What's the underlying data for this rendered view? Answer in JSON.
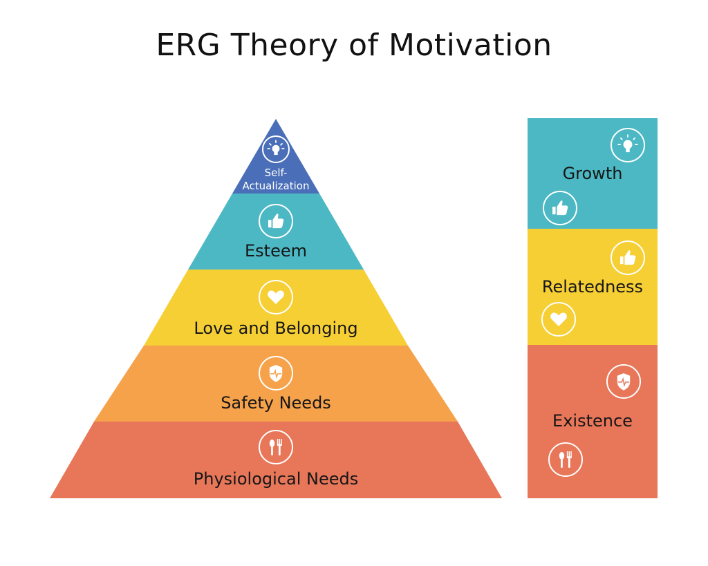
{
  "title": "ERG Theory of Motivation",
  "colors": {
    "self_actualization": "#4a6fb8",
    "esteem": "#4cb8c4",
    "love": "#f6cf35",
    "safety": "#f5a24b",
    "physiological": "#e8775a",
    "growth": "#4cb8c4",
    "relatedness": "#f6cf35",
    "existence": "#e8775a"
  },
  "pyramid": {
    "levels": [
      {
        "label_line1": "Self-",
        "label_line2": "Actualization",
        "icon": "lightbulb-icon"
      },
      {
        "label": "Esteem",
        "icon": "thumbs-up-icon"
      },
      {
        "label": "Love and Belonging",
        "icon": "heart-icon"
      },
      {
        "label": "Safety Needs",
        "icon": "shield-icon"
      },
      {
        "label": "Physiological Needs",
        "icon": "spoon-fork-icon"
      }
    ]
  },
  "erg": {
    "blocks": [
      {
        "label": "Growth",
        "icons": [
          "lightbulb-icon",
          "thumbs-up-icon"
        ]
      },
      {
        "label": "Relatedness",
        "icons": [
          "thumbs-up-icon",
          "heart-icon"
        ]
      },
      {
        "label": "Existence",
        "icons": [
          "shield-icon",
          "spoon-fork-icon"
        ]
      }
    ]
  }
}
